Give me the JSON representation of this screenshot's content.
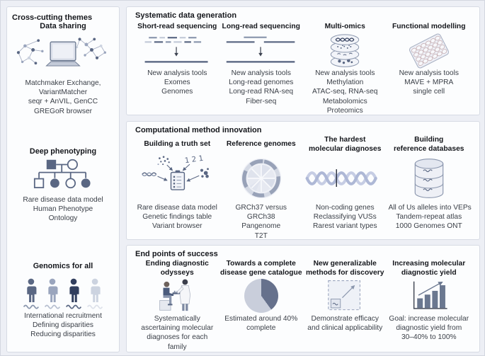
{
  "colors": {
    "page_bg": "#edeff5",
    "panel_bg": "#fcfdfe",
    "panel_border": "#d7dbe4",
    "heading_text": "#15171c",
    "body_text": "#3a3f47",
    "icon_dark": "#35415f",
    "icon_mid": "#5a6783",
    "icon_light": "#9aa5bd",
    "icon_pale": "#ccd3e0",
    "pie_complete": "#66718c",
    "pie_remaining": "#c9cedb"
  },
  "left_panel": {
    "title": "Cross-cutting themes",
    "sections": [
      {
        "heading": "Data sharing",
        "icon": "laptop-network-icon",
        "lines": [
          "Matchmaker Exchange,",
          "VariantMatcher",
          "seqr + AnVIL, GenCC",
          "GREGoR browser"
        ]
      },
      {
        "heading": "Deep phenotyping",
        "icon": "pedigree-icon",
        "lines": [
          "Rare disease data model",
          "Human Phenotype",
          "Ontology"
        ]
      },
      {
        "heading": "Genomics for all",
        "icon": "diverse-people-icon",
        "lines": [
          "International recruitment",
          "Defining disparities",
          "Reducing disparities"
        ]
      }
    ]
  },
  "panels": [
    {
      "title": "Systematic data generation",
      "columns": [
        {
          "heading_lines": [
            "Short-read sequencing"
          ],
          "icon": "short-read-sequencing-icon",
          "lines": [
            "New analysis tools",
            "Exomes",
            "Genomes"
          ]
        },
        {
          "heading_lines": [
            "Long-read sequencing"
          ],
          "icon": "long-read-sequencing-icon",
          "lines": [
            "New analysis tools",
            "Long-read genomes",
            "Long-read RNA-seq",
            "Fiber-seq"
          ]
        },
        {
          "heading_lines": [
            "Multi-omics"
          ],
          "icon": "omics-dish-stack-icon",
          "lines": [
            "New analysis tools",
            "Methylation",
            "ATAC-seq, RNA-seq",
            "Metabolomics",
            "Proteomics"
          ]
        },
        {
          "heading_lines": [
            "Functional modelling"
          ],
          "icon": "well-plate-icon",
          "lines": [
            "New analysis tools",
            "MAVE + MPRA",
            "single cell"
          ]
        }
      ]
    },
    {
      "title": "Computational method innovation",
      "columns": [
        {
          "heading_lines": [
            "Building a truth set"
          ],
          "icon": "clipboard-evidence-icon",
          "lines": [
            "Rare disease data model",
            "Genetic findings table",
            "Variant browser"
          ]
        },
        {
          "heading_lines": [
            "Reference genomes"
          ],
          "icon": "genome-circle-icon",
          "lines": [
            "GRCh37 versus",
            "GRCh38",
            "Pangenome",
            "T2T"
          ]
        },
        {
          "heading_lines": [
            "The hardest",
            "molecular diagnoses"
          ],
          "icon": "dna-helix-cursor-icon",
          "lines": [
            "Non-coding genes",
            "Reclassifying VUSs",
            "Rarest variant types"
          ]
        },
        {
          "heading_lines": [
            "Building",
            "reference databases"
          ],
          "icon": "database-icon",
          "lines": [
            "All of Us alleles into VEPs",
            "Tandem-repeat atlas",
            "1000 Genomes ONT"
          ]
        }
      ]
    },
    {
      "title": "End points of success",
      "columns": [
        {
          "heading_lines": [
            "Ending diagnostic",
            "odysseys"
          ],
          "icon": "doctor-patient-icon",
          "lines": [
            "Systematically",
            "ascertaining molecular",
            "diagnoses for each",
            "family"
          ]
        },
        {
          "heading_lines": [
            "Towards a complete",
            "disease gene catalogue"
          ],
          "icon": "pie-chart-icon",
          "pie": {
            "percent_complete": 40
          },
          "lines": [
            "Estimated around 40%",
            "complete"
          ]
        },
        {
          "heading_lines": [
            "New generalizable",
            "methods for discovery"
          ],
          "icon": "expanding-scope-icon",
          "lines": [
            "Demonstrate efficacy",
            "and clinical applicability"
          ]
        },
        {
          "heading_lines": [
            "Increasing molecular",
            "diagnostic yield"
          ],
          "icon": "rising-bar-chart-icon",
          "lines": [
            "Goal: increase molecular",
            "diagnostic yield from",
            "30–40% to 100%"
          ]
        }
      ]
    }
  ]
}
